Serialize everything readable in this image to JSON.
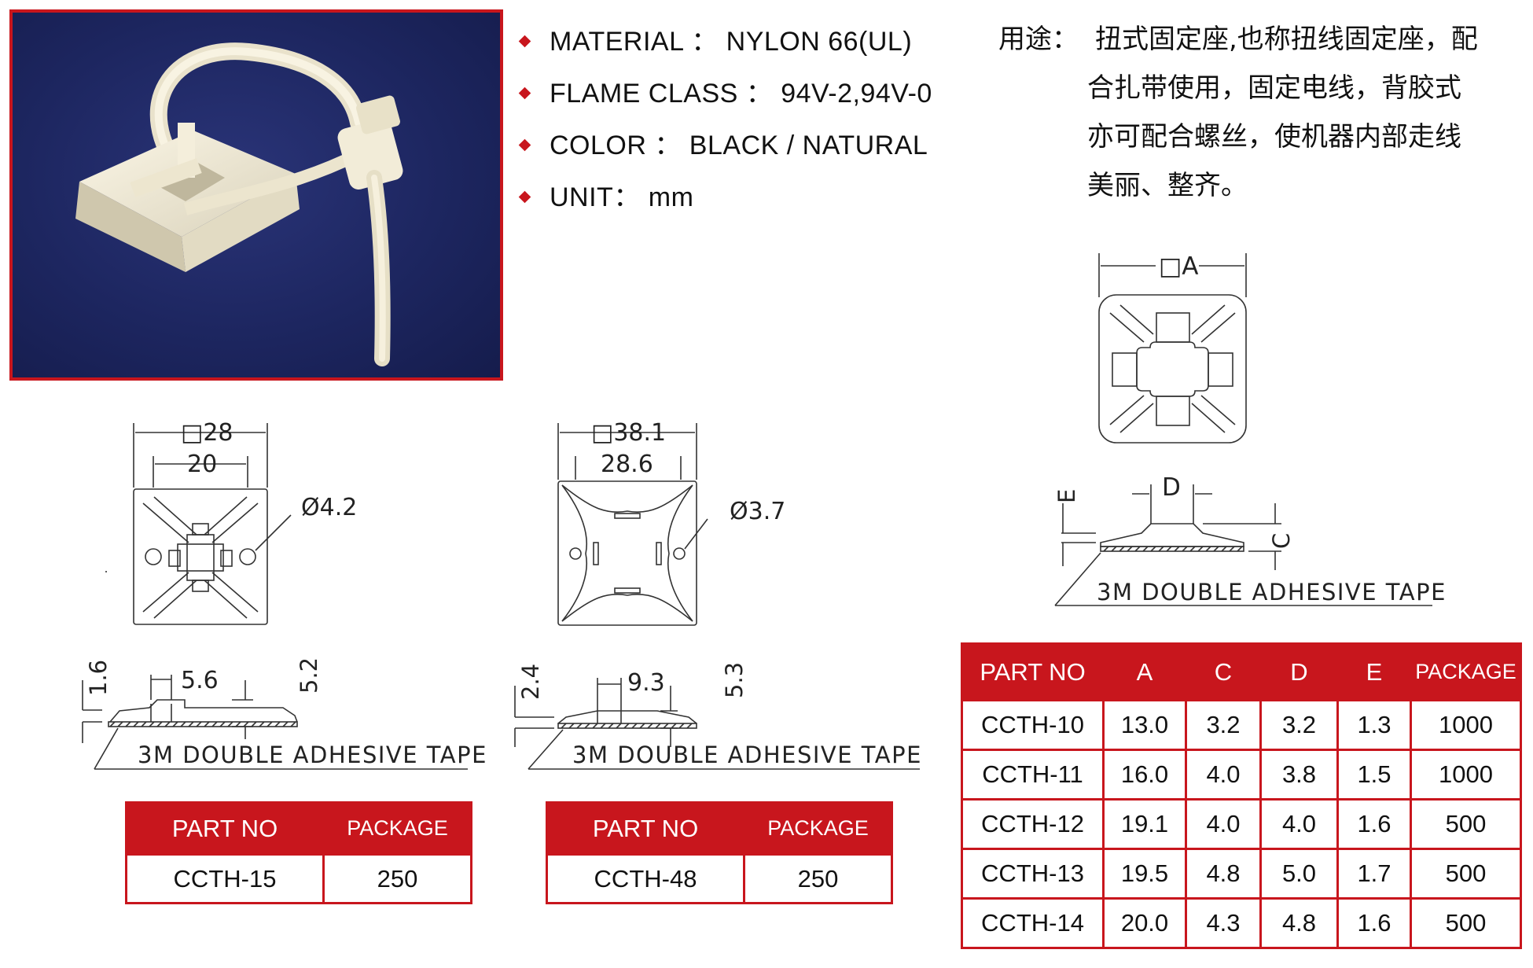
{
  "specs": {
    "material": "MATERIAL ： NYLON 66(UL)",
    "flame": "FLAME CLASS ： 94V-2,94V-0",
    "color": "COLOR ： BLACK / NATURAL",
    "unit": "UNIT： mm"
  },
  "description": {
    "label": "用途：",
    "lines": [
      "扭式固定座,也称扭线固定座，配",
      "合扎带使用，固定电线，背胶式",
      "亦可配合螺丝，使机器内部走线",
      "美丽、整齐。"
    ]
  },
  "drawing_15": {
    "outer": "□28",
    "inner": "20",
    "hole": "Ø4.2",
    "width": "5.6",
    "h1": "1.6",
    "h2": "5.2",
    "tape": "3M DOUBLE ADHESIVE TAPE"
  },
  "drawing_48": {
    "outer": "□38.1",
    "inner": "28.6",
    "hole": "Ø3.7",
    "width": "9.3",
    "h1": "2.4",
    "h2": "5.3",
    "tape": "3M DOUBLE ADHESIVE TAPE"
  },
  "drawing_generic": {
    "a": "□A",
    "d": "D",
    "e": "E",
    "c": "C",
    "tape": "3M DOUBLE ADHESIVE TAPE"
  },
  "table_15": {
    "headers": [
      "PART NO",
      "PACKAGE"
    ],
    "row": [
      "CCTH-15",
      "250"
    ]
  },
  "table_48": {
    "headers": [
      "PART NO",
      "PACKAGE"
    ],
    "row": [
      "CCTH-48",
      "250"
    ]
  },
  "table_main": {
    "headers": [
      "PART NO",
      "A",
      "C",
      "D",
      "E",
      "PACKAGE"
    ],
    "rows": [
      [
        "CCTH-10",
        "13.0",
        "3.2",
        "3.2",
        "1.3",
        "1000"
      ],
      [
        "CCTH-11",
        "16.0",
        "4.0",
        "3.8",
        "1.5",
        "1000"
      ],
      [
        "CCTH-12",
        "19.1",
        "4.0",
        "4.0",
        "1.6",
        "500"
      ],
      [
        "CCTH-13",
        "19.5",
        "4.8",
        "5.0",
        "1.7",
        "500"
      ],
      [
        "CCTH-14",
        "20.0",
        "4.3",
        "4.8",
        "1.6",
        "500"
      ]
    ]
  },
  "colors": {
    "accent": "#c8161d",
    "photo_bg": "#1d2660"
  }
}
